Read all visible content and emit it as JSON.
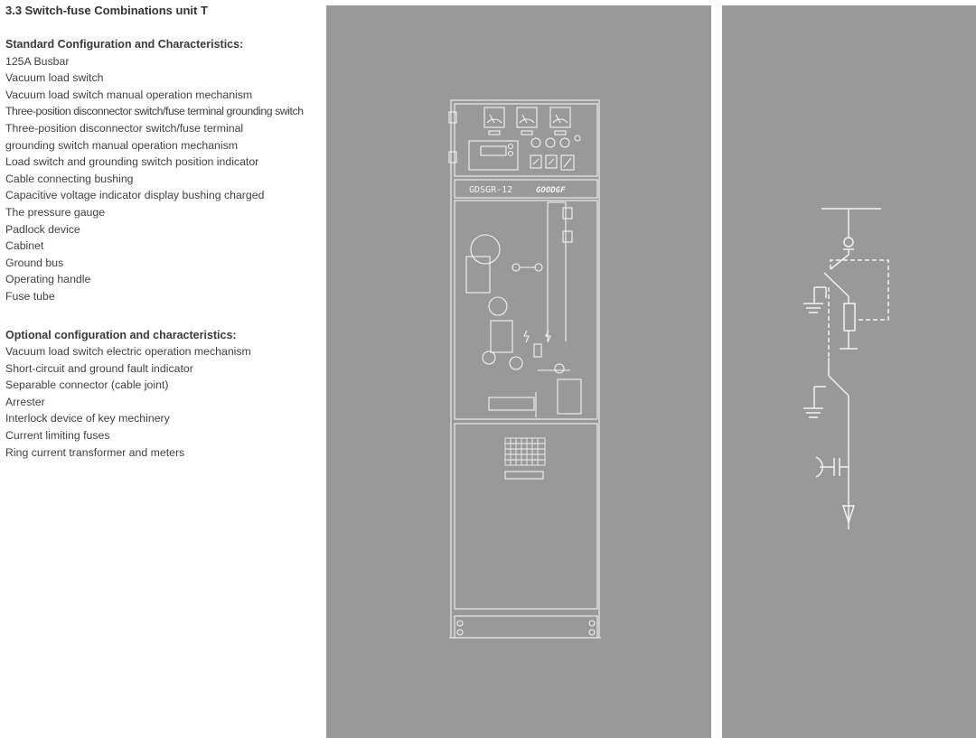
{
  "section": {
    "title": "3.3 Switch-fuse Combinations unit T"
  },
  "standard": {
    "heading": "Standard Configuration and Characteristics:",
    "items": [
      "125A Busbar",
      "Vacuum load switch",
      "Vacuum load switch manual operation mechanism",
      "Three-position disconnector switch/fuse terminal grounding switch",
      "Three-position disconnector switch/fuse terminal",
      "grounding switch manual operation mechanism",
      "Load switch and grounding switch position indicator",
      "Cable connecting bushing",
      "Capacitive voltage indicator display bushing charged",
      "The pressure gauge",
      "Padlock device",
      "Cabinet",
      "Ground bus",
      "Operating handle",
      "Fuse tube"
    ]
  },
  "optional": {
    "heading": "Optional configuration and characteristics:",
    "items": [
      "Vacuum load switch electric operation mechanism",
      "Short-circuit and ground fault indicator",
      "Separable connector (cable joint)",
      "Arrester",
      "Interlock device of key mechinery",
      "Current limiting fuses",
      "Ring current transformer and meters"
    ]
  },
  "cabinet": {
    "model": "GDSGR-12",
    "brand": "GOODGF"
  },
  "colors": {
    "panel_bg": "#999999",
    "line_color": "#f2f2f2",
    "text_color": "#3d3d3d"
  }
}
